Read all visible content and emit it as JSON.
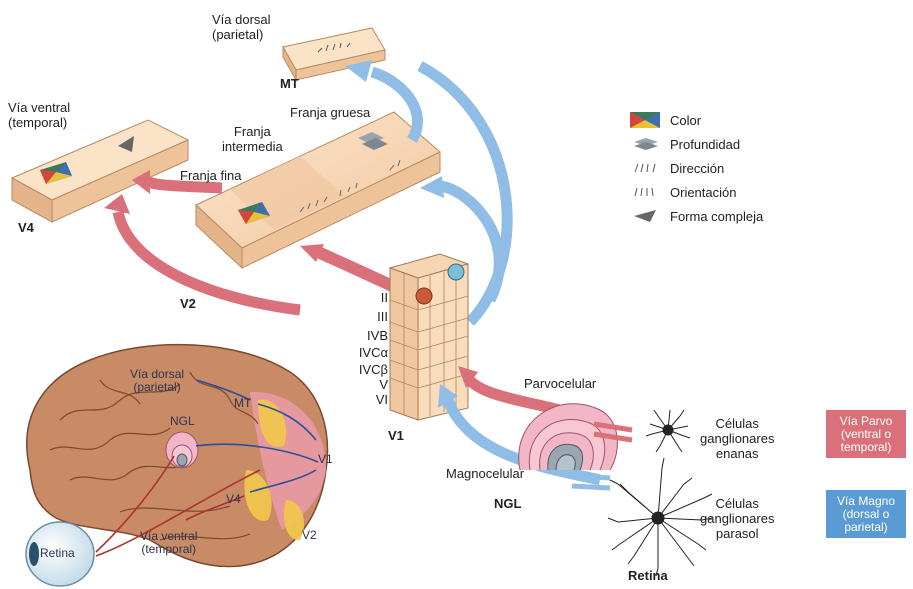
{
  "labels": {
    "via_dorsal_top": "Vía dorsal\n(parietal)",
    "mt": "MT",
    "via_ventral_top": "Vía ventral\n(temporal)",
    "franja_gruesa": "Franja gruesa",
    "franja_intermedia": "Franja\nintermedia",
    "franja_fina": "Franja fina",
    "v4": "V4",
    "v2": "V2",
    "v1": "V1",
    "layers": [
      "II",
      "III",
      "IVB",
      "IVCα",
      "IVCβ",
      "V",
      "VI"
    ],
    "parvocelular": "Parvocelular",
    "magnocelular": "Magnocelular",
    "ngl": "NGL",
    "celulas_enanas": "Células\nganglionares\nenanas",
    "celulas_parasol": "Células\nganglionares\nparasol",
    "retina": "Retina"
  },
  "legend": [
    {
      "icon": "color-icon",
      "label": "Color"
    },
    {
      "icon": "depth-icon",
      "label": "Profundidad"
    },
    {
      "icon": "direction-icon",
      "label": "Dirección"
    },
    {
      "icon": "orientation-icon",
      "label": "Orientación"
    },
    {
      "icon": "complex-shape-icon",
      "label": "Forma compleja"
    }
  ],
  "pathway_boxes": {
    "parvo": {
      "label": "Vía Parvo\n(ventral o\ntemporal)",
      "color": "#d9707a"
    },
    "magno": {
      "label": "Vía Magno\n(dorsal o\nparietal)",
      "color": "#5b9bd5"
    }
  },
  "brain": {
    "via_dorsal": "Vía dorsal\n(parietal)",
    "mt": "MT",
    "ngl": "NGL",
    "v1": "V1",
    "v4": "V4",
    "via_ventral": "Vía ventral\n(temporal)",
    "v2": "V2",
    "retina": "Retina"
  },
  "colors": {
    "red_arrow": "#d9707a",
    "blue_arrow": "#8fbde6",
    "slab": "#f6d3ae",
    "brain": "#c98a66",
    "brain_pink": "#e89aa4",
    "brain_yellow": "#f2c84b"
  }
}
